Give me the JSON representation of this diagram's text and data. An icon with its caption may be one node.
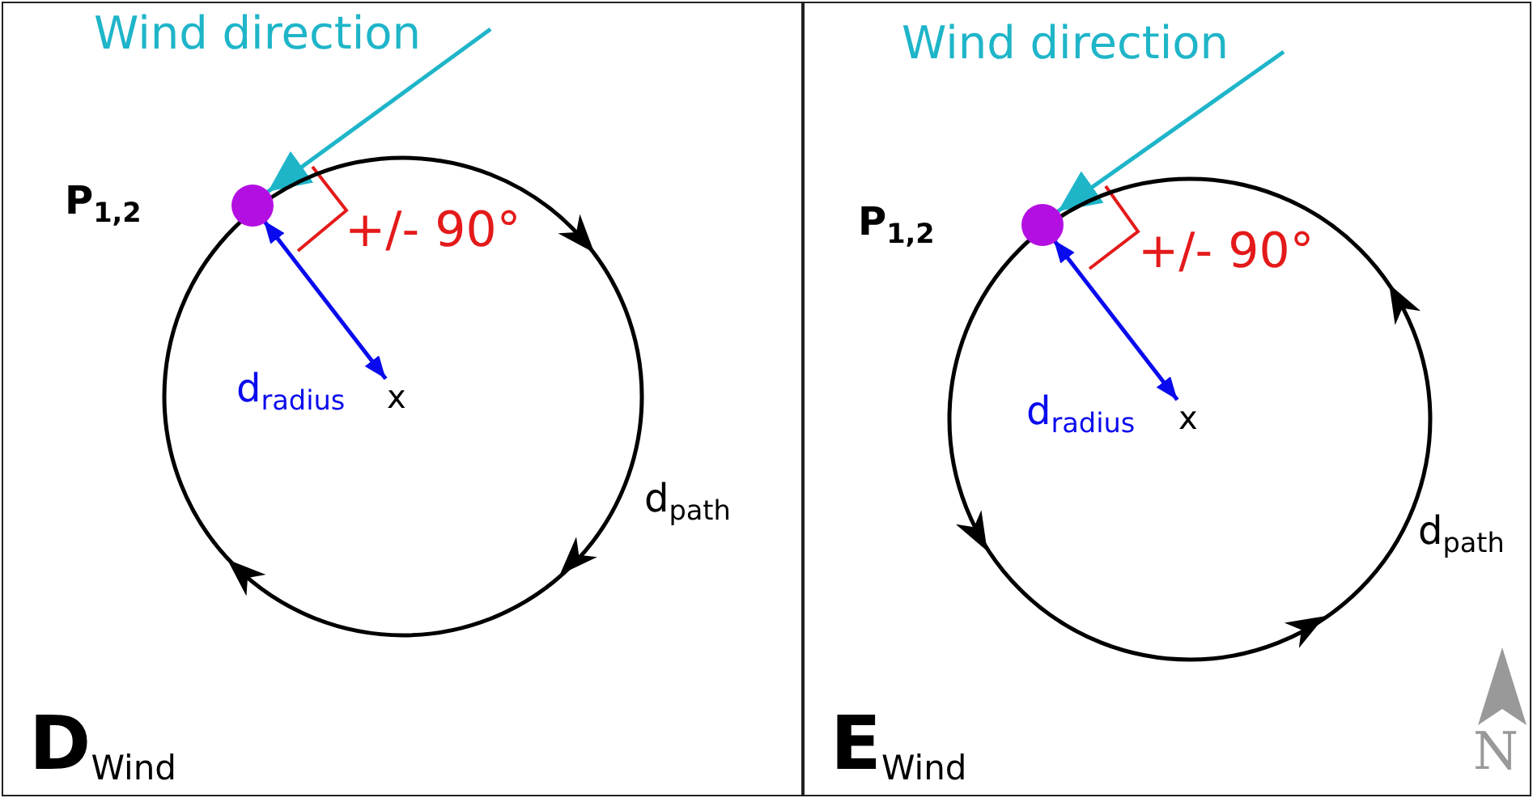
{
  "diagram": {
    "nodes": [
      {
        "text": [
          "**D**$_{Wind}$"
        ]
      },
      {
        "text": [],
        "shape": "circle",
        "beside": [
          "P$_{1,2}$"
        ],
        "in": 0
      },
      {
        "text": [],
        "shape": "circle",
        "beside": [
          "d$_{path}$"
        ],
        "in": 0
      },
      {
        "text": [
          "x"
        ],
        "in": 2
      },
      {
        "text": [
          "**E**$_{Wind}$"
        ]
      },
      {
        "text": [],
        "shape": "circle",
        "beside": [
          "P$_{1,2}$"
        ],
        "in": 4
      },
      {
        "text": [],
        "shape": "circle",
        "beside": [
          "d$_{path}$"
        ],
        "in": 4
      },
      {
        "text": [
          "x"
        ],
        "in": 6
      }
    ],
    "edges": [
      {
        "from": null,
        "to": 1,
        "arrow": "to",
        "color": "#1fb5c9"
      },
      {
        "from": 1,
        "to": 3,
        "arrow": "both",
        "label": "d$_{radius}$",
        "color": "#0a0aee"
      },
      {
        "from": null,
        "to": 5,
        "arrow": "to",
        "color": "#1fb5c9"
      },
      {
        "from": 5,
        "to": 7,
        "arrow": "both",
        "label": "d$_{radius}$",
        "color": "#0a0aee"
      }
    ],
    "labels": [
      "Wind direction",
      "+/- 90°",
      "Wind direction",
      "+/- 90°",
      "N"
    ]
  }
}
